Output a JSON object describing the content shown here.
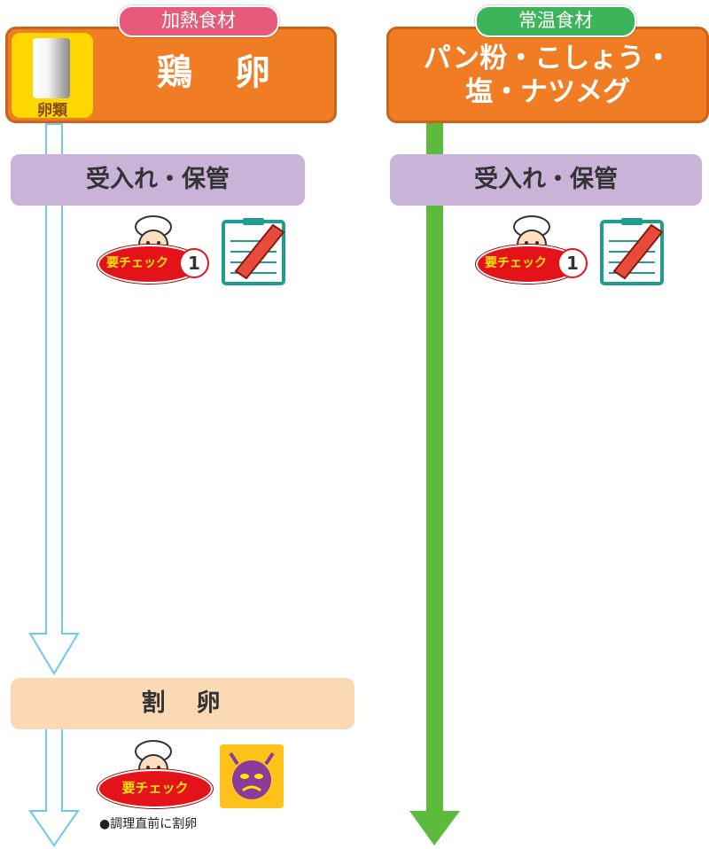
{
  "left": {
    "category": "加熱食材",
    "badge": "卵類",
    "title": "鶏　卵",
    "step1": "受入れ・保管",
    "check_badge": "要チェック",
    "check_number": "1",
    "step2": "割　卵",
    "note": "●調理直前に割卵"
  },
  "right": {
    "category": "常温食材",
    "title_line1": "パン粉・こしょう・",
    "title_line2": "塩・ナツメグ",
    "step1": "受入れ・保管",
    "check_badge": "要チェック",
    "check_number": "1"
  },
  "colors": {
    "heated_pill": "#e85a7a",
    "room_temp_pill": "#3cb55a",
    "header_orange": "#f07d24",
    "storage_step": "#c9b3d9",
    "crack_step": "#fbd9b4",
    "egg_flow_arrow": "#6ec8f0",
    "green_flow_arrow": "#5cba3c",
    "check_red": "#e4131a",
    "record_teal": "#1f9e8f",
    "germ_purple": "#8b3c9a"
  },
  "icons": [
    "chef-icon",
    "record-sheet-icon",
    "germ-icon",
    "egg-icon"
  ]
}
